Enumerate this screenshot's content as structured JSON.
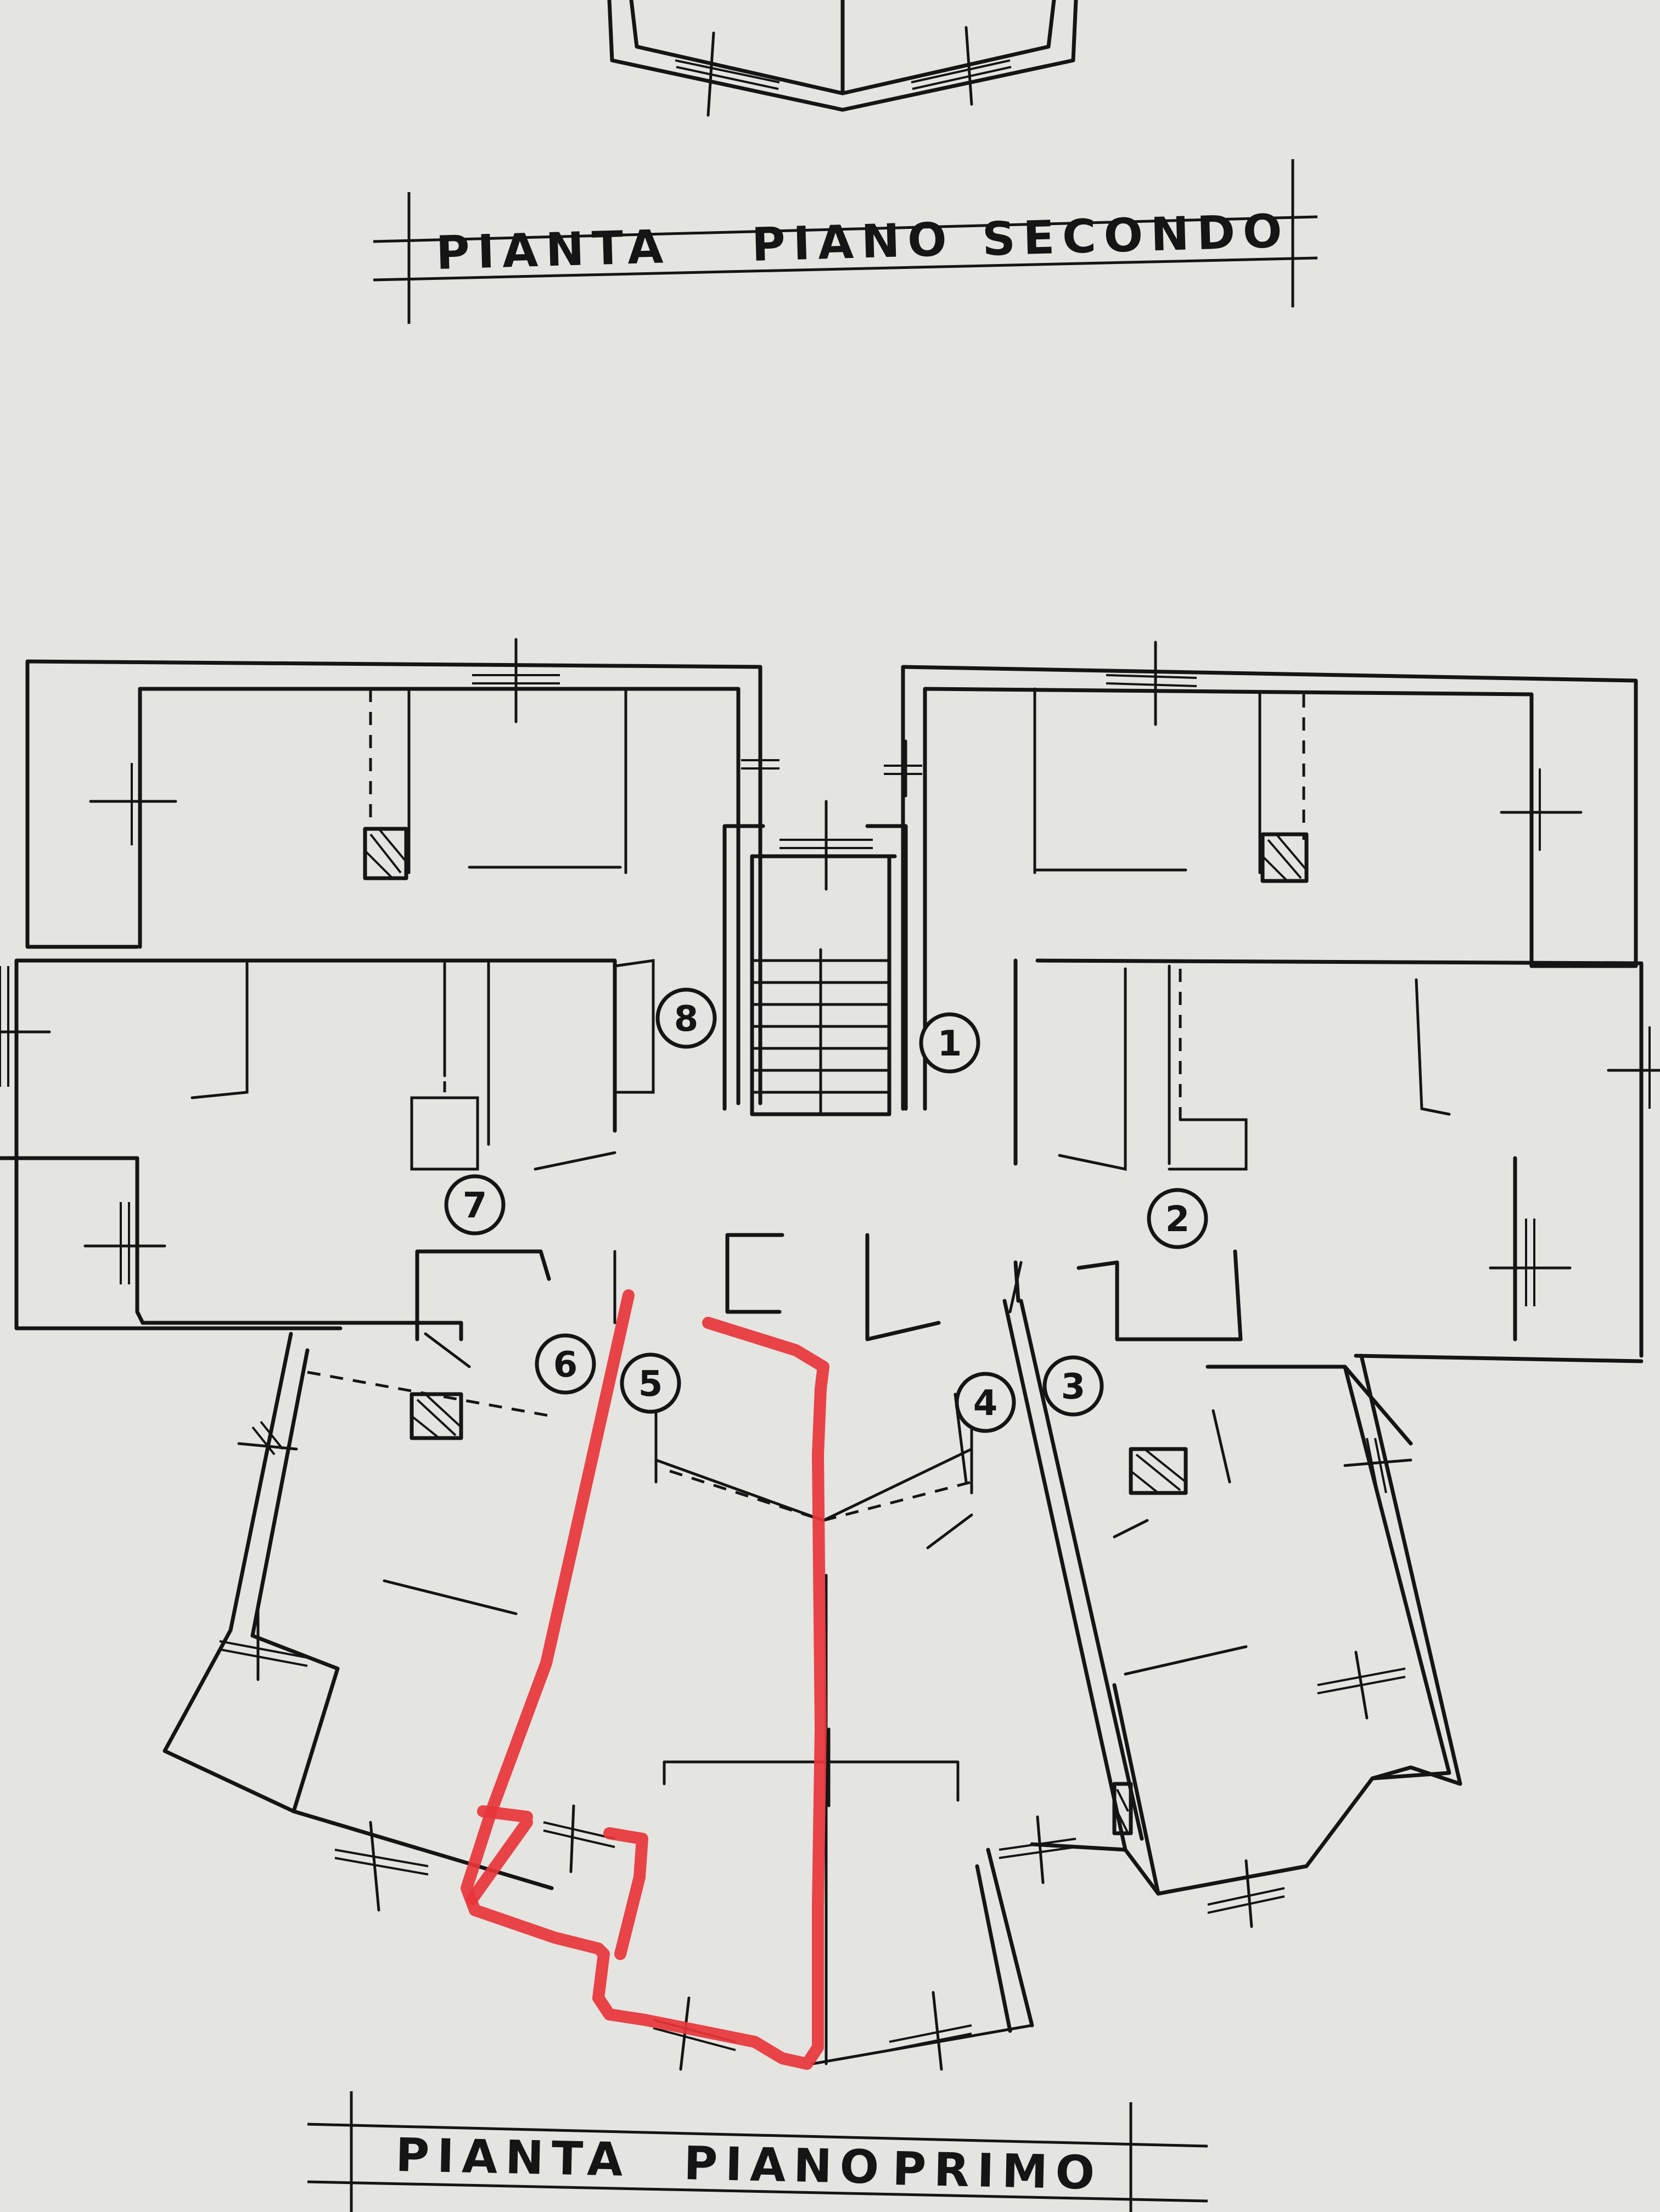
{
  "titles": {
    "upper": {
      "word1": "PIANTA",
      "word2": "PIANO",
      "word3": "SECONDO"
    },
    "lower": {
      "word1": "PIANTA",
      "word2": "PIANO",
      "word3": "PRIMO"
    }
  },
  "units": [
    {
      "id": "unit-1",
      "label": "1"
    },
    {
      "id": "unit-2",
      "label": "2"
    },
    {
      "id": "unit-3",
      "label": "3"
    },
    {
      "id": "unit-4",
      "label": "4"
    },
    {
      "id": "unit-5",
      "label": "5"
    },
    {
      "id": "unit-6",
      "label": "6"
    },
    {
      "id": "unit-7",
      "label": "7"
    },
    {
      "id": "unit-8",
      "label": "8"
    }
  ],
  "colors": {
    "highlight": "#e8353a",
    "ink": "#151515",
    "paper": "#e4e4e0"
  }
}
